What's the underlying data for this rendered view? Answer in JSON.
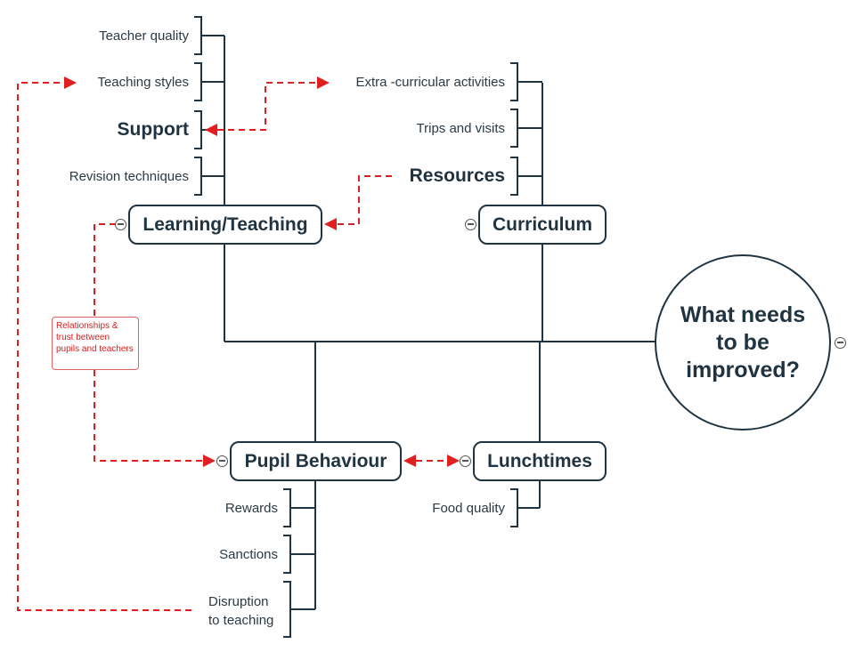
{
  "central": {
    "label": "What needs to be improved?"
  },
  "learning": {
    "label": "Learning/Teaching",
    "leaves": [
      "Teacher quality",
      "Teaching styles",
      "Support",
      "Revision techniques"
    ]
  },
  "curriculum": {
    "label": "Curriculum",
    "leaves": [
      "Extra -curricular activities",
      "Trips and visits",
      "Resources"
    ]
  },
  "behaviour": {
    "label": "Pupil Behaviour",
    "leaves": [
      "Rewards",
      "Sanctions",
      "Disruption to teaching"
    ]
  },
  "lunch": {
    "label": "Lunchtimes",
    "leaves": [
      "Food quality"
    ]
  },
  "note": {
    "label": "Relationships & trust between pupils and teachers"
  },
  "colors": {
    "line": "#1f3340",
    "relation": "#e02020"
  },
  "icons": [
    "collapse-icon",
    "arrow-head-icon"
  ]
}
